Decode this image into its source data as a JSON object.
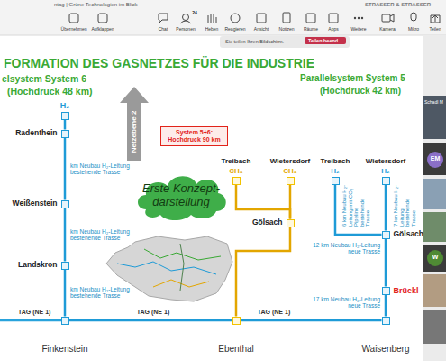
{
  "diagram": {
    "title": "FORMATION DES GASNETZES FÜR DIE INDUSTRIE",
    "nodes": [
      {
        "text": [
          "H₂"
        ]
      },
      {
        "text": [
          "Radenthein"
        ]
      },
      {
        "text": [
          "Weißenstein"
        ]
      },
      {
        "text": [
          "Landskron"
        ]
      },
      {
        "text": [
          "Finkenstein"
        ]
      },
      {
        "text": [
          "Netzebene 2"
        ]
      },
      {
        "text": [
          "System 5+6: Hochdruck 90 km"
        ]
      },
      {
        "text": [
          "Erste Konzept-darstellung"
        ]
      },
      {
        "text": [
          "Treibach",
          "CH₄"
        ]
      },
      {
        "text": [
          "Wietersdorf",
          "CH₄"
        ]
      },
      {
        "text": [
          "Gölsach"
        ]
      },
      {
        "text": [
          "Ebenthal"
        ]
      },
      {
        "text": [
          "Treibach",
          "H₂"
        ]
      },
      {
        "text": [
          "Wietersdorf",
          "H₂"
        ]
      },
      {
        "text": [
          "Gölsach"
        ]
      },
      {
        "text": [
          "Brückl"
        ]
      },
      {
        "text": [
          "Waisenberg"
        ]
      }
    ],
    "edges": [
      {
        "from": 0,
        "to": 1,
        "arrow": "none"
      },
      {
        "from": 1,
        "to": 2,
        "label": "km Neubau H₂-Leitung bestehende Trasse",
        "arrow": "none"
      },
      {
        "from": 2,
        "to": 3,
        "label": "km Neubau H₂-Leitung bestehende Trasse",
        "arrow": "none"
      },
      {
        "from": 3,
        "to": 4,
        "label": "km Neubau H₂-Leitung bestehende Trasse",
        "arrow": "none"
      },
      {
        "from": 8,
        "to": 10,
        "arrow": "none"
      },
      {
        "from": 9,
        "to": 10,
        "arrow": "none"
      },
      {
        "from": 10,
        "to": 11,
        "arrow": "none"
      },
      {
        "from": 12,
        "to": 14,
        "label": "6 km Neubau H₂-Leitung mit CO₂ Pipeline bestehende Trasse",
        "arrow": "none"
      },
      {
        "from": 13,
        "to": 14,
        "label": "7 km Neubau H₂-Leitung bestehende Trasse",
        "arrow": "none"
      },
      {
        "from": 14,
        "to": 15,
        "label": "12 km Neubau H₂-Leitung neue Trasse",
        "arrow": "none"
      },
      {
        "from": 15,
        "to": 16,
        "label": "17 km Neubau H₂-Leitung neue Trasse",
        "arrow": "none"
      },
      {
        "from": 4,
        "to": 11,
        "label": "TAG (NE 1)",
        "arrow": "none"
      },
      {
        "from": 11,
        "to": 16,
        "label": "TAG (NE 1)",
        "arrow": "none"
      }
    ],
    "labels": [
      "ntag | Grüne Technologien im Blick",
      "STRASSER & STRASSER",
      "Übernehmen",
      "Aufklappen",
      "Chat",
      "24",
      "Personen",
      "Heben",
      "Reagieren",
      "Ansicht",
      "Notizen",
      "Räume",
      "Apps",
      "Weitere",
      "Kamera",
      "Mikro",
      "Teilen",
      "Sie teilen Ihren Bildschirm.",
      "Teilen beend...",
      "elsystem System 6",
      "(Hochdruck 48 km)",
      "Parallelsystem System 5",
      "(Hochdruck 42 km)",
      "TAG (NE 1)",
      "Schadl M",
      "EM",
      "W"
    ]
  }
}
